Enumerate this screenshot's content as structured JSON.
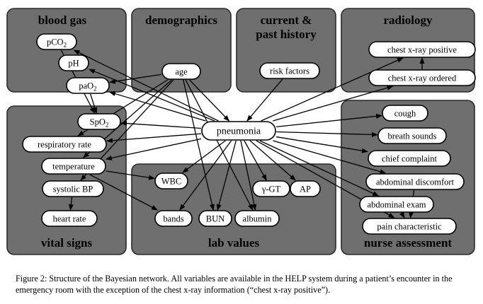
{
  "diagram": {
    "groups": [
      {
        "id": "blood_gas",
        "title_lines": [
          "blood gas"
        ]
      },
      {
        "id": "demographics",
        "title_lines": [
          "demographics"
        ]
      },
      {
        "id": "history",
        "title_lines": [
          "current &",
          "past history"
        ]
      },
      {
        "id": "radiology",
        "title_lines": [
          "radiology"
        ]
      },
      {
        "id": "vital_signs",
        "title_lines": [
          "vital signs"
        ]
      },
      {
        "id": "lab_values",
        "title_lines": [
          "lab values"
        ]
      },
      {
        "id": "nurse_assessment",
        "title_lines": [
          "nurse assessment"
        ]
      }
    ],
    "nodes": [
      {
        "id": "pco2",
        "text": "pCO",
        "sub": "2"
      },
      {
        "id": "ph",
        "text": "pH",
        "sub": ""
      },
      {
        "id": "pao2",
        "text": "paO",
        "sub": "2"
      },
      {
        "id": "spo2",
        "text": "SpO",
        "sub": "2"
      },
      {
        "id": "resp",
        "text": "respiratory rate",
        "sub": ""
      },
      {
        "id": "temp",
        "text": "temperature",
        "sub": ""
      },
      {
        "id": "sbp",
        "text": "systolic BP",
        "sub": ""
      },
      {
        "id": "hr",
        "text": "heart rate",
        "sub": ""
      },
      {
        "id": "age",
        "text": "age",
        "sub": ""
      },
      {
        "id": "risk",
        "text": "risk factors",
        "sub": ""
      },
      {
        "id": "cxrpos",
        "text": "chest x-ray positive",
        "sub": ""
      },
      {
        "id": "cxrord",
        "text": "chest x-ray ordered",
        "sub": ""
      },
      {
        "id": "pneu",
        "text": "pneumonia",
        "sub": ""
      },
      {
        "id": "wbc",
        "text": "WBC",
        "sub": ""
      },
      {
        "id": "bands",
        "text": "bands",
        "sub": ""
      },
      {
        "id": "bun",
        "text": "BUN",
        "sub": ""
      },
      {
        "id": "albumin",
        "text": "albumin",
        "sub": ""
      },
      {
        "id": "ggt",
        "text": "γ-GT",
        "sub": ""
      },
      {
        "id": "ap",
        "text": "AP",
        "sub": ""
      },
      {
        "id": "cough",
        "text": "cough",
        "sub": ""
      },
      {
        "id": "breath",
        "text": "breath sounds",
        "sub": ""
      },
      {
        "id": "chief",
        "text": "chief complaint",
        "sub": ""
      },
      {
        "id": "abdisc",
        "text": "abdominal discomfort",
        "sub": ""
      },
      {
        "id": "abexam",
        "text": "abdominal exam",
        "sub": ""
      },
      {
        "id": "pain",
        "text": "pain characteristic",
        "sub": ""
      }
    ],
    "edges": [
      [
        "pneu",
        "pco2"
      ],
      [
        "pneu",
        "ph"
      ],
      [
        "pneu",
        "pao2"
      ],
      [
        "pneu",
        "spo2"
      ],
      [
        "pneu",
        "resp"
      ],
      [
        "pneu",
        "temp"
      ],
      [
        "pneu",
        "wbc"
      ],
      [
        "pneu",
        "bands"
      ],
      [
        "pneu",
        "bun"
      ],
      [
        "pneu",
        "albumin"
      ],
      [
        "pneu",
        "ggt"
      ],
      [
        "pneu",
        "ap"
      ],
      [
        "pneu",
        "cxrpos"
      ],
      [
        "pneu",
        "cxrord"
      ],
      [
        "pneu",
        "cough"
      ],
      [
        "pneu",
        "breath"
      ],
      [
        "pneu",
        "chief"
      ],
      [
        "pneu",
        "abdisc"
      ],
      [
        "pneu",
        "abexam"
      ],
      [
        "pneu",
        "pain"
      ],
      [
        "age",
        "pneu"
      ],
      [
        "age",
        "pao2"
      ],
      [
        "age",
        "resp"
      ],
      [
        "age",
        "temp"
      ],
      [
        "age",
        "sbp"
      ],
      [
        "age",
        "bun"
      ],
      [
        "age",
        "albumin"
      ],
      [
        "risk",
        "pneu"
      ],
      [
        "pco2",
        "spo2"
      ],
      [
        "pao2",
        "spo2"
      ],
      [
        "temp",
        "wbc"
      ],
      [
        "temp",
        "bands"
      ],
      [
        "sbp",
        "hr"
      ],
      [
        "cxrord",
        "cxrpos"
      ],
      [
        "abdisc",
        "pain"
      ],
      [
        "abexam",
        "pain"
      ]
    ]
  },
  "caption": "Figure 2: Structure of the Bayesian network. All variables are available in the HELP system during a patient’s encounter in the emergency room with the exception of the chest x-ray information (“chest x-ray positive”)."
}
